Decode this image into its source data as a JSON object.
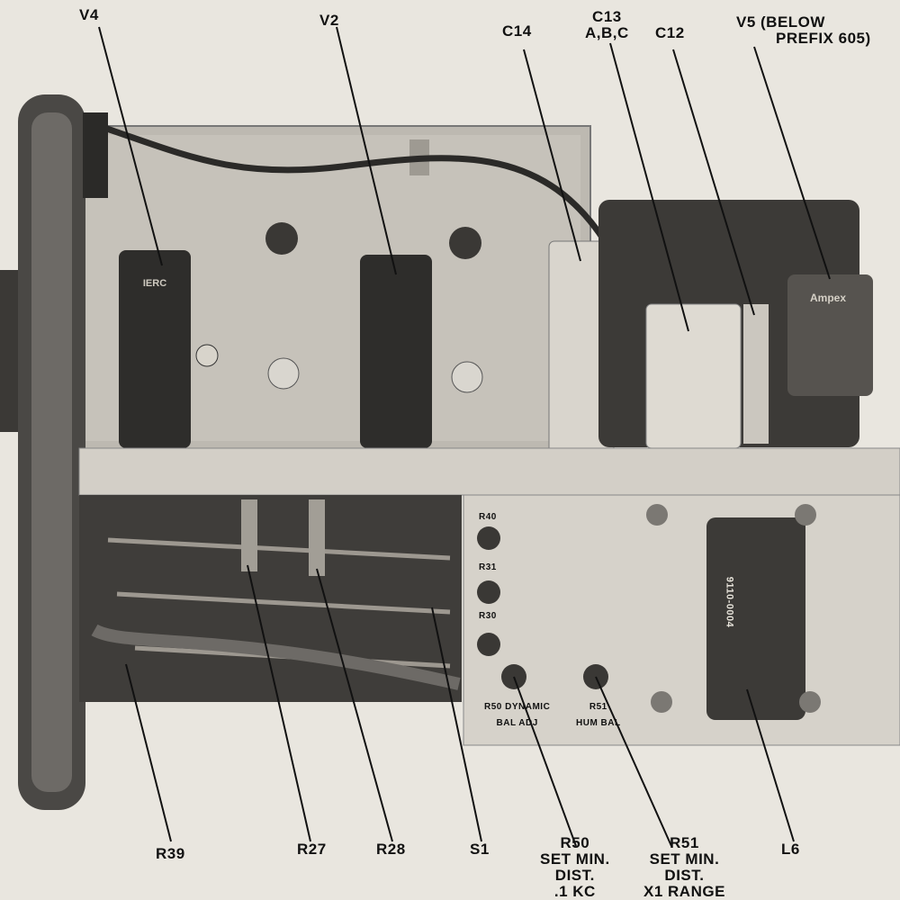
{
  "figure": {
    "callouts": {
      "v4": "V4",
      "v2": "V2",
      "c14": "C14",
      "c13": [
        "C13",
        "A,B,C"
      ],
      "c12": "C12",
      "v5": [
        "V5 (BELOW",
        "PREFIX 605)"
      ],
      "r39": "R39",
      "r27": "R27",
      "r28": "R28",
      "s1": "S1",
      "r50": [
        "R50",
        "SET MIN.",
        "DIST.",
        ".1 KC"
      ],
      "r51": [
        "R51",
        "SET MIN.",
        "DIST.",
        "X1 RANGE"
      ],
      "l6": "L6"
    },
    "panel_markings": {
      "r40": "R40",
      "r31": "R31",
      "r30": "R30",
      "r50_panel": "R50 DYNAMIC",
      "r50_panel_sub": "BAL ADJ",
      "r51_panel": "R51",
      "r51_panel_sub": "HUM BAL",
      "choke_number": "9110-0004"
    }
  },
  "colors": {
    "chassis": "#c9c5bd",
    "dark": "#2b2a28",
    "panel": "#d6d2ca",
    "paper": "#e9e6df"
  }
}
